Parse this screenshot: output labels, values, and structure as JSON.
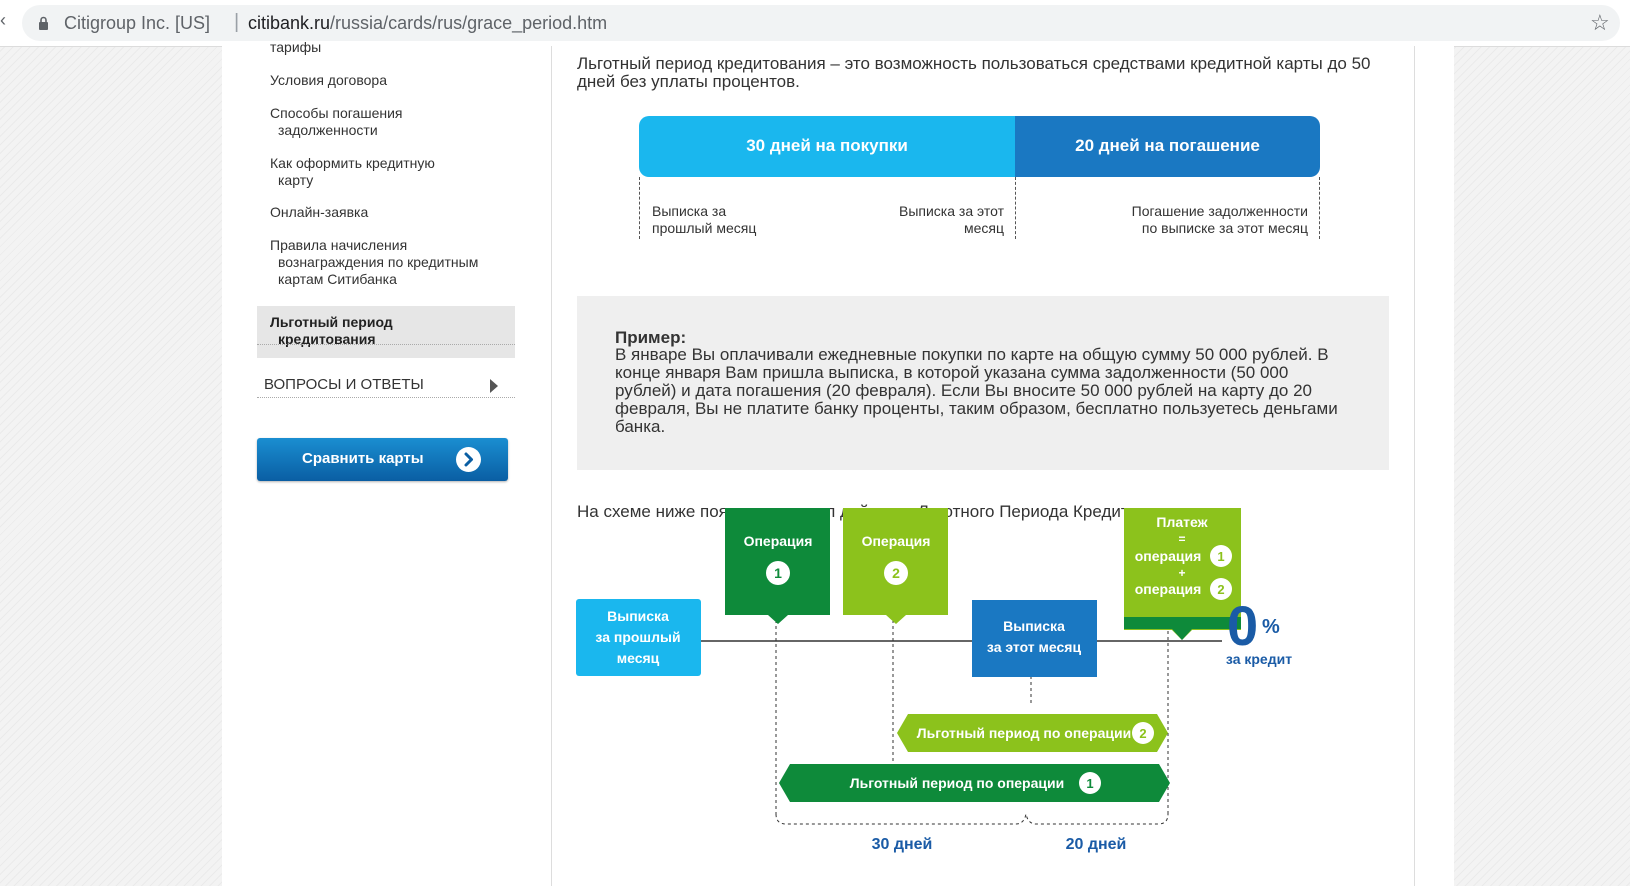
{
  "browser": {
    "back_fragment": "‹",
    "site_owner": "Citigroup Inc. [US]",
    "separator": "|",
    "url_host": "citibank.ru",
    "url_path": "/russia/cards/rus/grace_period.htm"
  },
  "sidebar": {
    "items": [
      {
        "line1": "тарифы",
        "line2": ""
      },
      {
        "line1": "Условия договора",
        "line2": ""
      },
      {
        "line1": "Способы погашения",
        "line2": "задолженности"
      },
      {
        "line1": "Как оформить кредитную",
        "line2": "карту"
      },
      {
        "line1": "Онлайн-заявка",
        "line2": ""
      },
      {
        "line1": "Правила начисления",
        "line2": "вознаграждения по кредитным",
        "line3": "картам Ситибанка"
      }
    ],
    "active": {
      "line1": "Льготный период",
      "line2": "кредитования"
    },
    "faq": "ВОПРОСЫ И ОТВЕТЫ",
    "compare_button": "Сравнить карты"
  },
  "intro": "Льготный период кредитования – это возможность пользоваться средствами кредитной карты до 50 дней без уплаты процентов.",
  "bar": {
    "left_label": "30 дней на покупки",
    "right_label": "20 дней на погашение",
    "cap1_l1": "Выписка за",
    "cap1_l2": "прошлый месяц",
    "cap2_l1": "Выписка за этот",
    "cap2_l2": "месяц",
    "cap3_l1": "Погашение задолженности",
    "cap3_l2": "по выписке за этот месяц"
  },
  "example": {
    "title": "Пример:",
    "text": "В январе Вы оплачивали ежедневные покупки по карте на общую сумму 50 000 рублей. В конце января Вам пришла выписка, в которой указана сумма задолженности (50 000 рублей) и дата погашения (20 февраля). Если Вы вносите 50 000 рублей на карту до 20 февраля, Вы не платите банку проценты, таким образом, бесплатно пользуетесь деньгами банка."
  },
  "scheme": {
    "intro": "На схеме ниже пояснен принцип действия Льготного Периода Кредитования:",
    "prev_statement": [
      "Выписка",
      "за прошлый",
      "месяц"
    ],
    "op_label": "Операция",
    "op1_num": "1",
    "op2_num": "2",
    "cur_statement": [
      "Выписка",
      "за этот месяц"
    ],
    "payment": {
      "title": "Платеж",
      "eq": "=",
      "plus": "+",
      "op": "операция"
    },
    "zero": "0",
    "percent": "%",
    "for_credit": "за кредит",
    "grace_label": "Льготный период по операции",
    "days30": "30 дней",
    "days20": "20 дней"
  },
  "colors": {
    "cyan": "#1ab7ee",
    "blue": "#1a78c2",
    "dark_green": "#0e8a3a",
    "light_green": "#8cc21c",
    "navy": "#1a5ba6"
  }
}
